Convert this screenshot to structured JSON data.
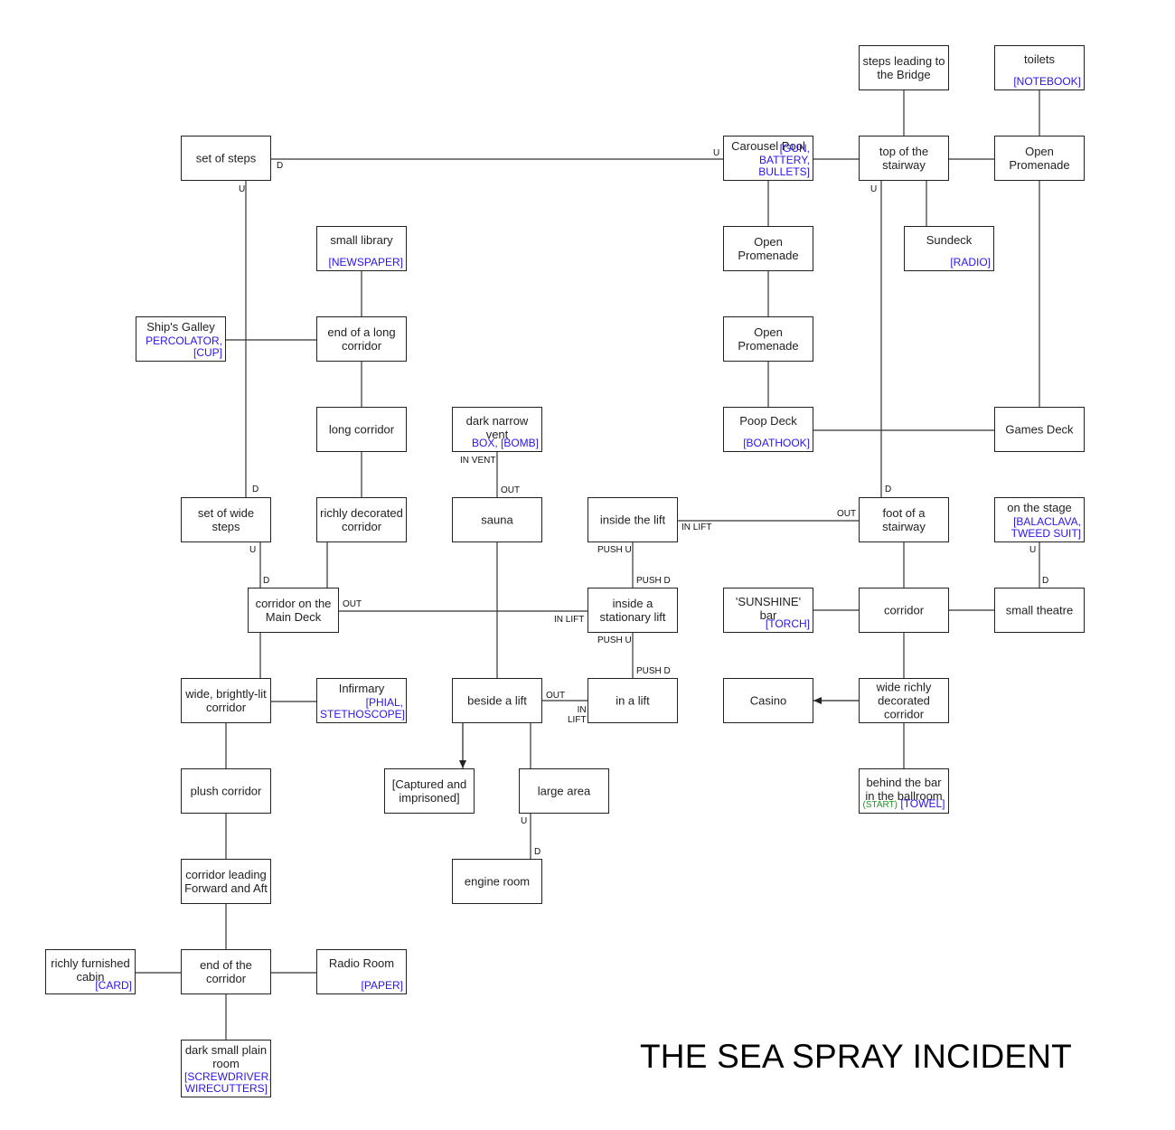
{
  "title": "THE SEA SPRAY INCIDENT",
  "rooms": {
    "steps_to_bridge": {
      "name": "steps leading to the Bridge"
    },
    "toilets": {
      "name": "toilets",
      "items": "[NOTEBOOK]"
    },
    "set_of_steps": {
      "name": "set of steps"
    },
    "carousel_pool": {
      "name": "Carousel Pool",
      "items": "[GUN, BATTERY, BULLETS]"
    },
    "top_of_stairway": {
      "name": "top of the stairway"
    },
    "open_promenade_top": {
      "name": "Open Promenade"
    },
    "small_library": {
      "name": "small library",
      "items": "[NEWSPAPER]"
    },
    "open_promenade_1": {
      "name": "Open Promenade"
    },
    "sundeck": {
      "name": "Sundeck",
      "items": "[RADIO]"
    },
    "ships_galley": {
      "name": "Ship's Galley",
      "items": "PERCOLATOR, [CUP]"
    },
    "end_long_corridor": {
      "name": "end of a long corridor"
    },
    "open_promenade_2": {
      "name": "Open Promenade"
    },
    "long_corridor": {
      "name": "long corridor"
    },
    "dark_vent": {
      "name": "dark narrow vent",
      "items": "BOX, [BOMB]"
    },
    "poop_deck": {
      "name": "Poop Deck",
      "items": "[BOATHOOK]"
    },
    "games_deck": {
      "name": "Games Deck"
    },
    "set_wide_steps": {
      "name": "set of wide steps"
    },
    "richly_decorated_corridor": {
      "name": "richly decorated corridor"
    },
    "sauna": {
      "name": "sauna"
    },
    "inside_lift": {
      "name": "inside the lift"
    },
    "foot_of_stairway": {
      "name": "foot of a stairway"
    },
    "on_stage": {
      "name": "on the stage",
      "items": "[BALACLAVA, TWEED SUIT]"
    },
    "corridor_main_deck": {
      "name": "corridor on the Main Deck"
    },
    "stationary_lift": {
      "name": "inside a stationary lift"
    },
    "sunshine_bar": {
      "name": "'SUNSHINE' bar",
      "items": "[TORCH]"
    },
    "corridor": {
      "name": "corridor"
    },
    "small_theatre": {
      "name": "small theatre"
    },
    "bright_corridor": {
      "name": "wide, brightly-lit corridor"
    },
    "infirmary": {
      "name": "Infirmary",
      "items": "[PHIAL, STETHOSCOPE]"
    },
    "beside_lift": {
      "name": "beside a lift"
    },
    "in_lift": {
      "name": "in a lift"
    },
    "casino": {
      "name": "Casino"
    },
    "wide_rich_corridor": {
      "name": "wide richly decorated corridor"
    },
    "captured": {
      "name": "[Captured and imprisoned]"
    },
    "large_area": {
      "name": "large area"
    },
    "plush_corridor": {
      "name": "plush corridor"
    },
    "behind_bar": {
      "name": "behind the bar in the ballroom",
      "start": "(START)",
      "items": "[TOWEL]"
    },
    "engine_room": {
      "name": "engine room"
    },
    "corridor_fore_aft": {
      "name": "corridor leading Forward and Aft"
    },
    "rich_cabin": {
      "name": "richly furnished cabin",
      "items": "[CARD]"
    },
    "end_corridor": {
      "name": "end of the corridor"
    },
    "radio_room": {
      "name": "Radio Room",
      "items": "[PAPER]"
    },
    "dark_plain_room": {
      "name": "dark small plain room",
      "items": "[SCREWDRIVER, WIRECUTTERS]"
    }
  },
  "labels": {
    "d": "D",
    "u": "U",
    "out": "OUT",
    "in_vent": "IN VENT",
    "in_lift": "IN LIFT",
    "in_lift_stacked": "IN\nLIFT",
    "push_u": "PUSH U",
    "push_d": "PUSH D"
  }
}
